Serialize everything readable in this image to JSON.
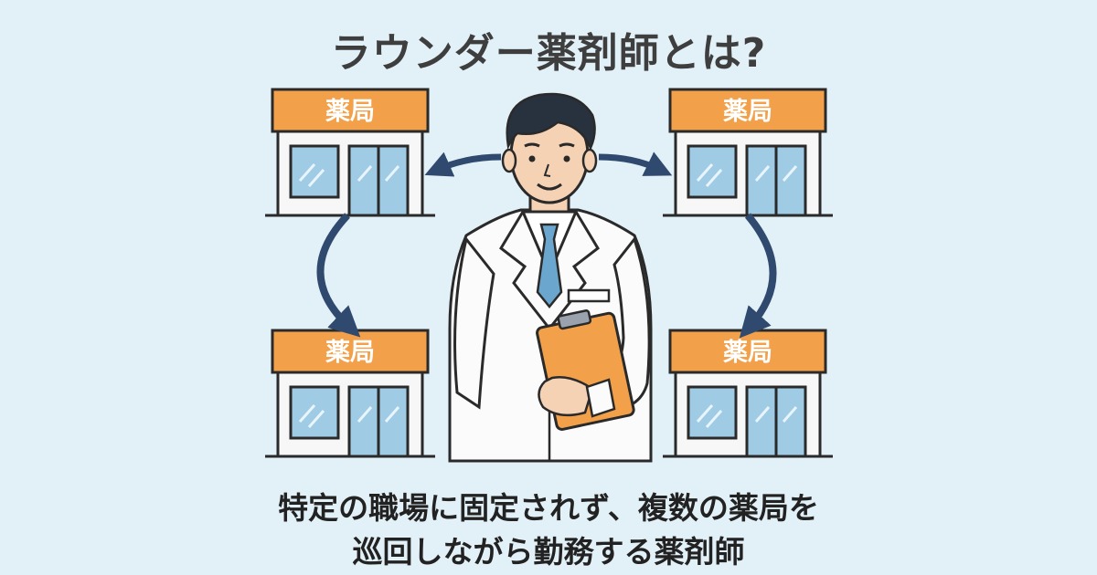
{
  "title": "ラウンダー薬剤師とは?",
  "pharmacies": [
    {
      "sign": "薬局",
      "position": "top-left"
    },
    {
      "sign": "薬局",
      "position": "top-right"
    },
    {
      "sign": "薬局",
      "position": "bottom-left"
    },
    {
      "sign": "薬局",
      "position": "bottom-right"
    }
  ],
  "caption": {
    "line1": "特定の職場に固定されず、複数の薬局を",
    "line2": "巡回しながら勤務する薬剤師"
  },
  "colors": {
    "background": "#e2f0f7",
    "sign": "#f2a14a",
    "arrow": "#2f4a6e",
    "glass": "#9fcbe4",
    "outline": "#2a2a2a"
  }
}
